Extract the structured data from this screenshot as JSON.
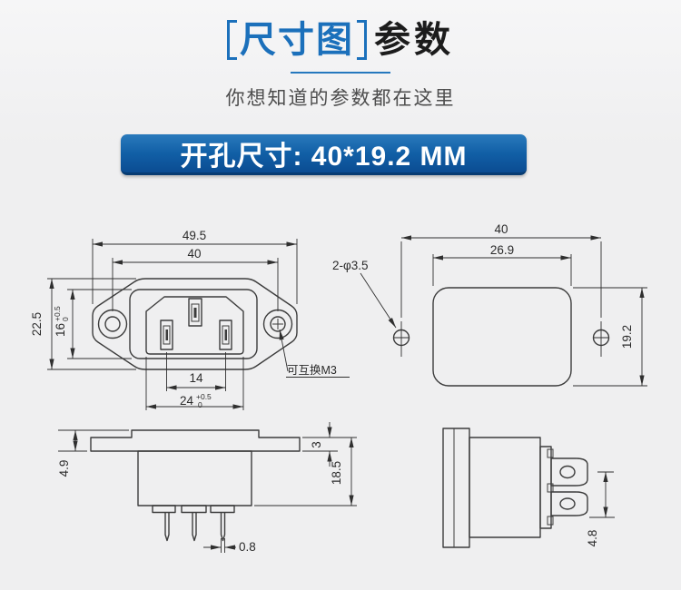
{
  "header": {
    "title_highlight": "尺寸图",
    "title_rest": "参数",
    "subtitle": "你想知道的参数都在这里"
  },
  "banner": {
    "label": "开孔尺寸: 40*19.2 MM"
  },
  "colors": {
    "accent_blue": "#1b70bb",
    "banner_blue_top": "#2a7abc",
    "banner_blue_bottom": "#0b4c92",
    "line_color": "#3c3c3c"
  },
  "drawing": {
    "front": {
      "overall_width": "49.5",
      "mount_hole_spacing": "40",
      "overall_height": "22.5",
      "recess_height": "16",
      "recess_height_tol_plus": "+0.5",
      "recess_height_tol_minus": "0",
      "pin_spacing": "14",
      "face_width": "24",
      "face_width_tol_plus": "+0.5",
      "face_width_tol_minus": "0",
      "screw_note": "可互换M3"
    },
    "cutout": {
      "hole_spacing": "40",
      "width": "26.9",
      "height": "19.2",
      "hole_callout": "2-φ3.5"
    },
    "side": {
      "flange_offset": "4.9",
      "flange_thickness": "3",
      "body_depth": "18.5",
      "pin_thickness": "0.8"
    },
    "terminal": {
      "tab_width": "4.8"
    }
  }
}
